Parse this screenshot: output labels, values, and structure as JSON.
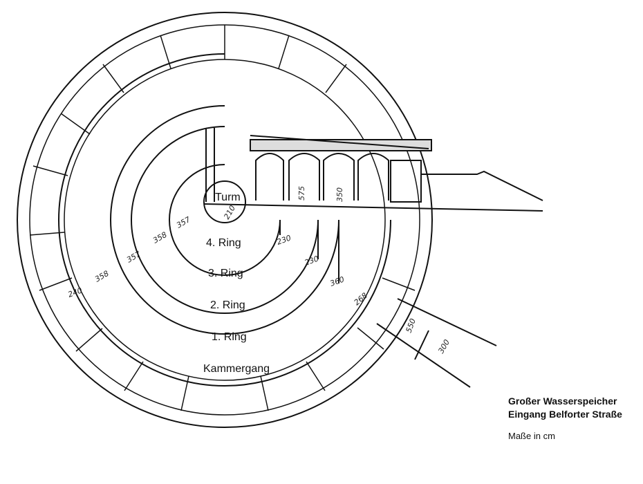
{
  "labels": {
    "tower": "Turm",
    "ring4": "4. Ring",
    "ring3": "3. Ring",
    "ring2": "2. Ring",
    "ring1": "1. Ring",
    "corridor": "Kammergang"
  },
  "dimensions": {
    "d210": "210",
    "d357a": "357",
    "d358a": "358",
    "d357b": "357",
    "d358b": "358",
    "d240": "240",
    "d230a": "230",
    "d230b": "230",
    "d360": "360",
    "d268": "268",
    "d575": "575",
    "d350": "350",
    "d550": "550",
    "d300": "300"
  },
  "caption": {
    "title_line1": "Großer Wasserspeicher",
    "title_line2": "Eingang Belforter Straße",
    "units": "Maße in cm"
  },
  "colors": {
    "ink": "#111111",
    "paper": "#ffffff"
  }
}
